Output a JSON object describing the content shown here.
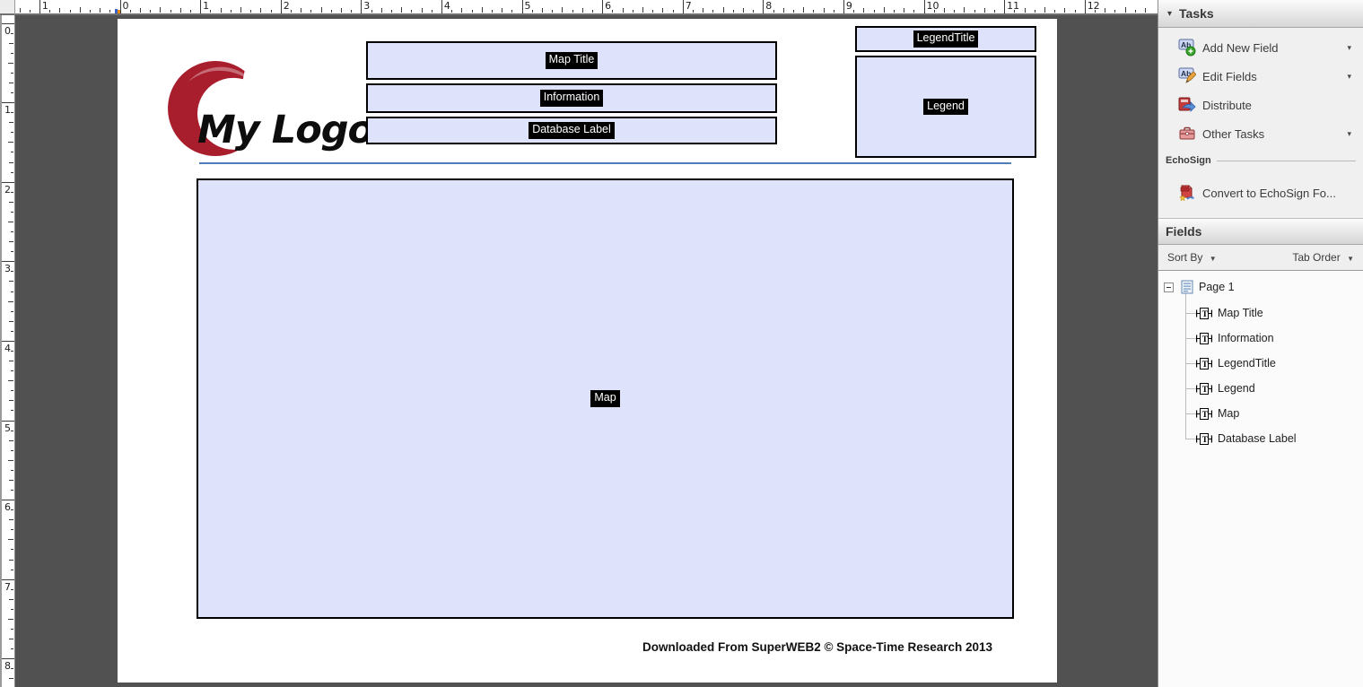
{
  "rulers": {
    "horizontal": {
      "labels": [
        "1",
        "0",
        "1",
        "2",
        "3",
        "4",
        "5",
        "6",
        "7",
        "8",
        "9",
        "10",
        "11",
        "12"
      ]
    },
    "vertical": {
      "labels": [
        "0",
        "1",
        "2",
        "3",
        "4",
        "5",
        "6",
        "7",
        "8"
      ]
    }
  },
  "logo": {
    "text": "My Logo",
    "arc_color": "#a81e2d"
  },
  "fields": {
    "map_title": "Map Title",
    "information": "Information",
    "database_label": "Database Label",
    "legend_title": "LegendTitle",
    "legend": "Legend",
    "map": "Map"
  },
  "footer": "Downloaded From SuperWEB2 © Space-Time Research 2013",
  "tasks_panel": {
    "title": "Tasks",
    "items": [
      {
        "label": "Add New Field",
        "icon": "add-new-field-icon",
        "dropdown": true
      },
      {
        "label": "Edit Fields",
        "icon": "edit-fields-icon",
        "dropdown": true
      },
      {
        "label": "Distribute",
        "icon": "distribute-icon",
        "dropdown": false
      },
      {
        "label": "Other Tasks",
        "icon": "other-tasks-icon",
        "dropdown": true
      }
    ],
    "echosign_heading": "EchoSign",
    "echosign_item": "Convert to EchoSign Fo..."
  },
  "fields_panel": {
    "title": "Fields",
    "sort_by_label": "Sort By",
    "tab_order_label": "Tab Order",
    "tree_root": "Page 1",
    "tree_children": [
      "Map Title",
      "Information",
      "LegendTitle",
      "Legend",
      "Map",
      "Database Label"
    ]
  },
  "colors": {
    "canvas_bg": "#515151",
    "field_fill": "#dee2fa",
    "field_border": "#000000",
    "accent_line": "#4e7dba",
    "tag_bg": "#000000",
    "tag_text": "#ffffff",
    "logo_red": "#a81e2d"
  }
}
